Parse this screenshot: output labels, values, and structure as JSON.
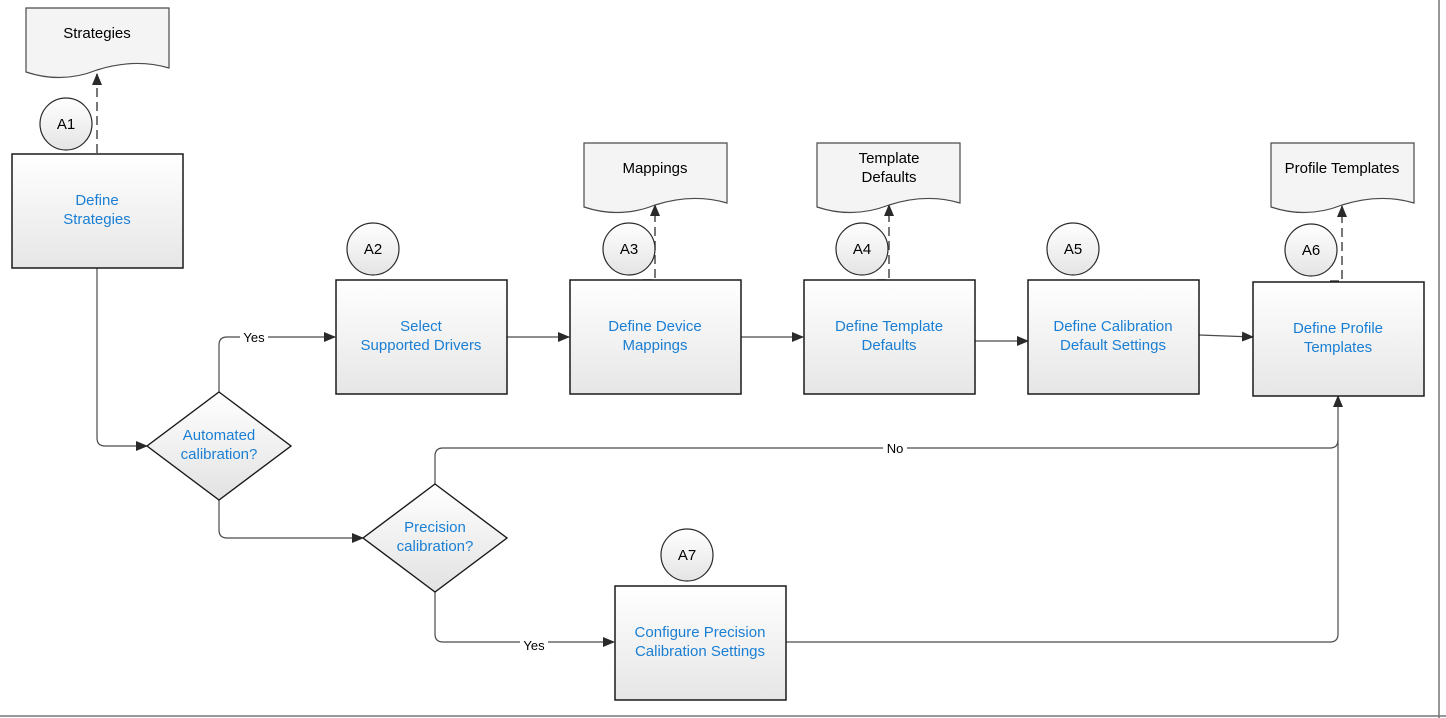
{
  "documents": {
    "strategies": "Strategies",
    "mappings": "Mappings",
    "template_defaults_1": "Template",
    "template_defaults_2": "Defaults",
    "profile_templates": "Profile Templates"
  },
  "steps": {
    "a1_line1": "Define",
    "a1_line2": "Strategies",
    "a2_line1": "Select",
    "a2_line2": "Supported  Drivers",
    "a3_line1": "Define Device",
    "a3_line2": "Mappings",
    "a4_line1": "Define Template",
    "a4_line2": "Defaults",
    "a5_line1": "Define Calibration",
    "a5_line2": "Default Settings",
    "a6_line1": "Define Profile",
    "a6_line2": "Templates",
    "a7_line1": "Configure Precision",
    "a7_line2": "Calibration Settings"
  },
  "step_ids": {
    "a1": "A1",
    "a2": "A2",
    "a3": "A3",
    "a4": "A4",
    "a5": "A5",
    "a6": "A6",
    "a7": "A7"
  },
  "decisions": {
    "automated_line1": "Automated",
    "automated_line2": "calibration?",
    "precision_line1": "Precision",
    "precision_line2": "calibration?"
  },
  "edge_labels": {
    "automated_yes": "Yes",
    "precision_yes": "Yes",
    "precision_no": "No"
  },
  "colors": {
    "step_text": "#1a7fd4",
    "document_text": "#000000",
    "border": "#1a1a1a"
  }
}
